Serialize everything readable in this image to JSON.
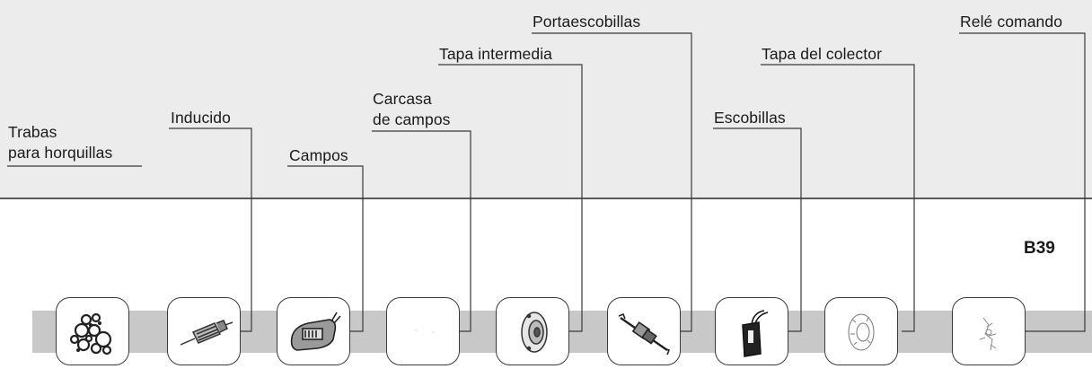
{
  "code": "B39",
  "labels": {
    "trabas": "Trabas\npara horquillas",
    "inducido": "Inducido",
    "campos": "Campos",
    "carcasa": "Carcasa\nde campos",
    "tapa_intermedia": "Tapa intermedia",
    "portaescobillas": "Portaescobillas",
    "escobillas": "Escobillas",
    "tapa_colector": "Tapa del colector",
    "rele": "Relé comando"
  },
  "part_icons": [
    "fork-clips-icon",
    "armature-icon",
    "field-coils-icon",
    "field-housing-icon",
    "intermediate-cover-icon",
    "brush-holder-icon",
    "brushes-icon",
    "commutator-cover-icon",
    "solenoid-relay-icon"
  ]
}
